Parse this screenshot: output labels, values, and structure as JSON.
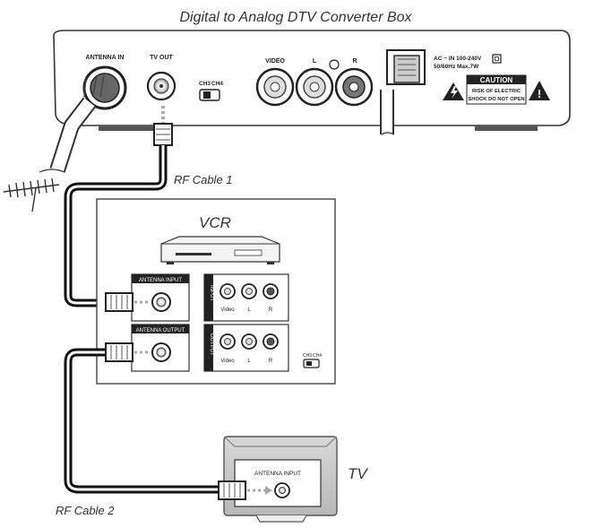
{
  "title": "Digital to Analog DTV Converter Box",
  "converter": {
    "antenna_in": "ANTENNA IN",
    "tv_out": "TV OUT",
    "ch3": "CH3",
    "ch4": "CH4",
    "video": "VIDEO",
    "left": "L",
    "right": "R",
    "power_line1": "AC ~ IN 100-240V",
    "power_line2": "50/60Hz Max.7W",
    "caution": "CAUTION",
    "caution_line1": "RISK OF ELECTRIC",
    "caution_line2": "SHOCK DO NOT OPEN"
  },
  "cable1": "RF Cable 1",
  "cable2": "RF Cable 2",
  "vcr": {
    "title": "VCR",
    "antenna_input": "ANTENNA INPUT",
    "antenna_output": "ANTENNA OUTPUT",
    "input": "INPUT",
    "output": "OUTPUT",
    "video": "Video",
    "left": "L",
    "right": "R",
    "ch3": "CH3",
    "ch4": "CH4"
  },
  "tv": {
    "title": "TV",
    "antenna_input": "ANTENNA INPUT"
  }
}
